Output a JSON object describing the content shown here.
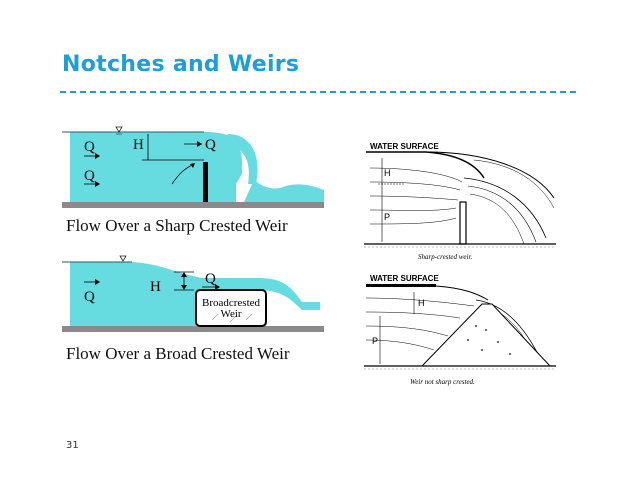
{
  "slide": {
    "title": "Notches and Weirs",
    "page_number": "31"
  },
  "figures": {
    "sharp": {
      "caption": "Flow Over a Sharp Crested Weir",
      "label_h": "H",
      "label_q_top": "Q",
      "label_q_left_top": "Q",
      "label_q_left_bottom": "Q"
    },
    "broad": {
      "caption": "Flow Over a Broad Crested Weir",
      "label_h": "H",
      "label_q": "Q",
      "label_q_left": "Q",
      "weir_label_1": "Broadcrested",
      "weir_label_2": "Weir"
    },
    "right_top": {
      "surface_label": "WATER SURFACE",
      "label_h": "H",
      "label_p": "P",
      "caption": "Sharp-crested weir."
    },
    "right_bottom": {
      "surface_label": "WATER SURFACE",
      "label_h": "H",
      "label_p": "P",
      "caption": "Weir not sharp crested."
    }
  }
}
